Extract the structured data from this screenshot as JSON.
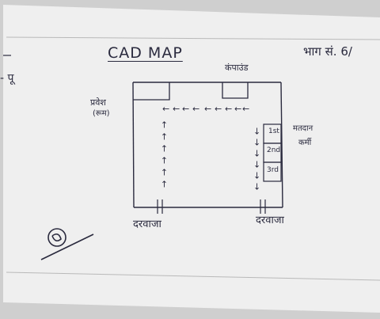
{
  "diagram": {
    "title": "CAD MAP",
    "page_number": "भाग सं. 6/",
    "margin_mark": "- पू",
    "top_label": "कंपाउंड",
    "left_room_label": "प्रवेश",
    "left_room_sublabel": "(रूम)",
    "right_label": "मतदान",
    "right_sublabel": "कर्मी",
    "booths": [
      "1st",
      "2nd",
      "3rd"
    ],
    "door_left": "दरवाजा",
    "door_right": "दरवाजा",
    "flow_arrow_symbol": "←"
  }
}
